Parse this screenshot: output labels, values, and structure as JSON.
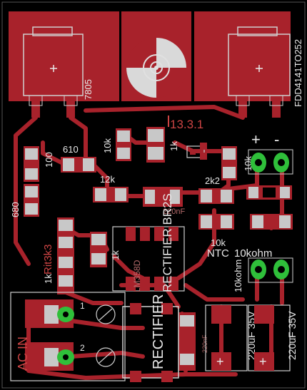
{
  "board": {
    "colors": {
      "background": "#000000",
      "copper": "#a8222b",
      "copper_dark": "#8e1d24",
      "silk": "#e8e8e8",
      "pad": "#c8c8c8",
      "green_pad": "#2fbf3a"
    },
    "labels": {
      "reg1": "7805",
      "reg2": "FDD4141TO252",
      "r610": "610",
      "r100": "100",
      "r680": "680",
      "r10k_top": "10k",
      "r1k_top": "1k",
      "r12k": "12k",
      "r2k2": "2k2",
      "r10k_right": "10k",
      "r10k_mid": "10k",
      "rit3k3": "Rit3k3",
      "rit1k": "1k",
      "r1k_mid": "1k",
      "lm358": "LM358D",
      "rect_cap": "220nF",
      "bridge": "RECTIFIER BR2S",
      "ntc": "NTC",
      "ntc_val": "10kohm",
      "ntc_val2": "10kohm",
      "c35_1": "220uF 35V",
      "c35_2": "220uF 35V",
      "c220n": "220nF",
      "rectifier": "RECTIFIER",
      "ac_in": "AC IN",
      "version": "13.3.1",
      "plus": "+",
      "minus": "-",
      "pin1": "1",
      "pin2": "2"
    }
  }
}
